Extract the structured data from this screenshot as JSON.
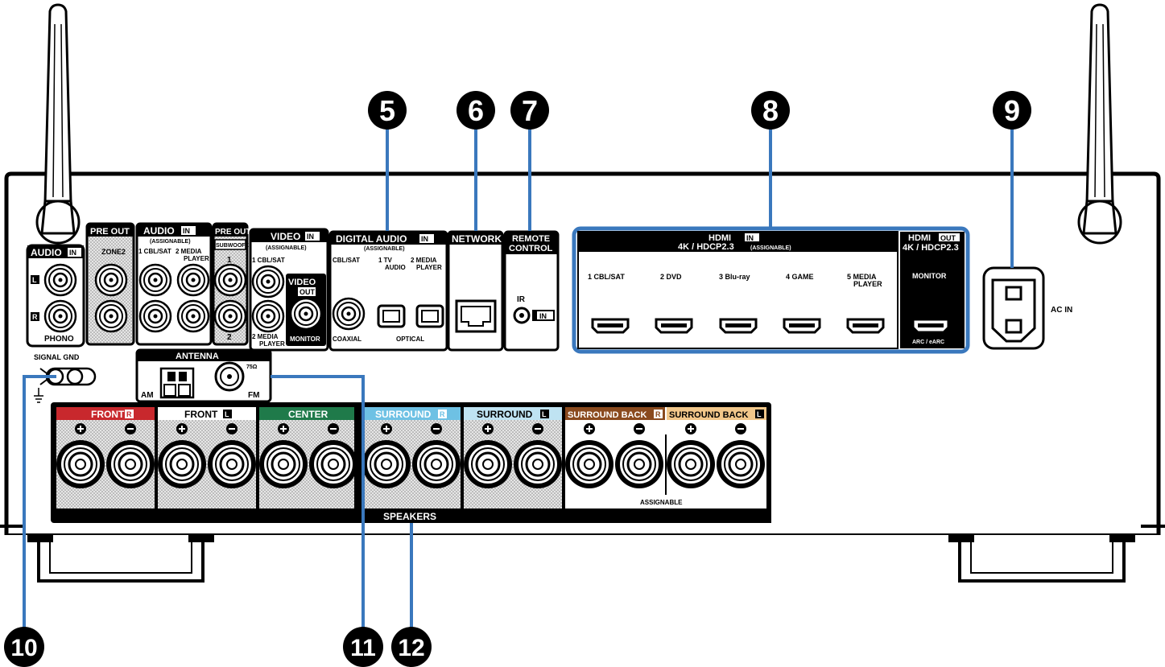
{
  "callouts": [
    {
      "number": "5",
      "label": "❺"
    },
    {
      "number": "6",
      "label": "❻"
    },
    {
      "number": "7",
      "label": "❼"
    },
    {
      "number": "8",
      "label": "❽"
    },
    {
      "number": "9",
      "label": "❾"
    },
    {
      "number": "10",
      "label": "❿"
    },
    {
      "number": "11",
      "label": "⓫"
    },
    {
      "number": "12",
      "label": "⓬"
    }
  ],
  "panel": {
    "audio_in": {
      "title": "AUDIO",
      "tag": "IN",
      "l": "L",
      "r": "R",
      "phono": "PHONO"
    },
    "pre_out_zone2": {
      "title": "PRE OUT",
      "zone": "ZONE2"
    },
    "audio_in_assignable": {
      "title": "AUDIO",
      "tag": "IN",
      "sub": "(ASSIGNABLE)",
      "in1": "1 CBL/SAT",
      "in2a": "2  MEDIA",
      "in2b": "PLAYER"
    },
    "pre_out_sub": {
      "title": "PRE OUT",
      "sub": "SUBWOOFER",
      "one": "1",
      "two": "2"
    },
    "video_in": {
      "title": "VIDEO",
      "tag": "IN",
      "sub": "(ASSIGNABLE)",
      "in1": "1 CBL/SAT",
      "in2a": "2  MEDIA",
      "in2b": "PLAYER"
    },
    "video_out": {
      "title": "VIDEO",
      "tag": "OUT",
      "monitor": "MONITOR"
    },
    "digital_audio": {
      "title": "DIGITAL AUDIO",
      "tag": "IN",
      "sub": "(ASSIGNABLE)",
      "cbl": "CBL/SAT",
      "tv1": "1   TV",
      "tv2": "AUDIO",
      "mp1": "2  MEDIA",
      "mp2": "PLAYER",
      "coaxial": "COAXIAL",
      "optical": "OPTICAL"
    },
    "network": {
      "title": "NETWORK"
    },
    "remote": {
      "title1": "REMOTE",
      "title2": "CONTROL",
      "ir": "IR",
      "tag": "IN"
    },
    "hdmi_in": {
      "title": "HDMI",
      "tag": "IN",
      "spec": "4K / HDCP2.3",
      "sub": "(ASSIGNABLE)",
      "ports": [
        "1  CBL/SAT",
        "2  DVD",
        "3  Blu-ray",
        "4  GAME",
        "5  MEDIA"
      ],
      "port5b": "PLAYER"
    },
    "hdmi_out": {
      "title": "HDMI",
      "tag": "OUT",
      "spec": "4K / HDCP2.3",
      "monitor": "MONITOR",
      "arc": "ARC / eARC"
    },
    "ac_in": "AC IN",
    "signal_gnd": "SIGNAL GND",
    "antenna": {
      "title": "ANTENNA",
      "am": "AM",
      "fm": "FM",
      "ohm": "75Ω"
    },
    "speakers": {
      "title": "SPEAKERS",
      "assignable": "ASSIGNABLE",
      "groups": [
        {
          "name": "FRONT",
          "ch": "R",
          "color": "#c8282d"
        },
        {
          "name": "FRONT",
          "ch": "L",
          "color": "#ffffff"
        },
        {
          "name": "CENTER",
          "ch": "",
          "color": "#1f7a4a"
        },
        {
          "name": "SURROUND",
          "ch": "R",
          "color": "#6ec1e4"
        },
        {
          "name": "SURROUND",
          "ch": "L",
          "color": "#bfe3f2"
        },
        {
          "name": "SURROUND BACK",
          "ch": "R",
          "color": "#8a4a1e"
        },
        {
          "name": "SURROUND BACK",
          "ch": "L",
          "color": "#f2c78a"
        }
      ]
    }
  },
  "colors": {
    "callout_line": "#3a78bd",
    "hdmi_frame": "#3a78bd"
  }
}
